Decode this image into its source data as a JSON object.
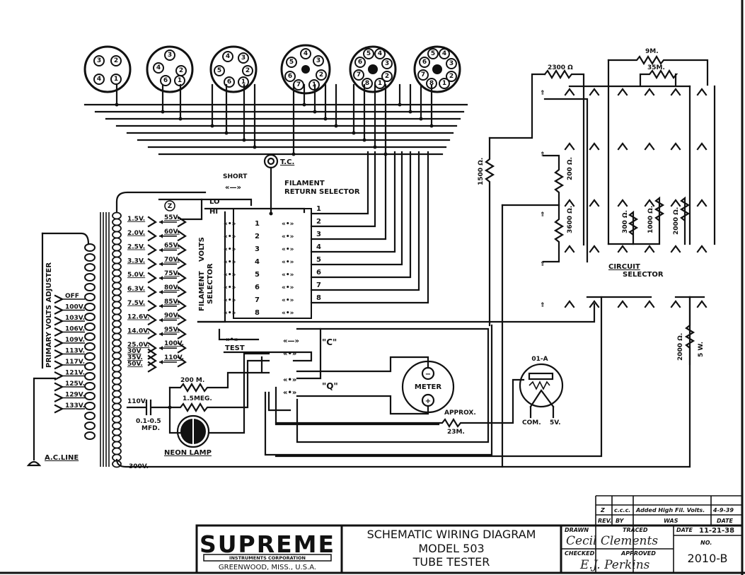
{
  "document": {
    "type": "schematic",
    "title_lines": [
      "SCHEMATIC WIRING DIAGRAM",
      "MODEL 503",
      "TUBE  TESTER"
    ]
  },
  "company": {
    "name": "SUPREME",
    "subtitle": "INSTRUMENTS CORPORATION",
    "location": "GREENWOOD, MISS., U.S.A."
  },
  "title_block": {
    "revision": {
      "rev": "Z",
      "by": "c.c.c.",
      "was": "Added High Fil. Volts.",
      "date": "4-9-39"
    },
    "revision_headers": {
      "rev": "REV.",
      "by": "BY",
      "was": "WAS",
      "date": "DATE"
    },
    "drawn_label": "DRAWN",
    "traced_label": "TRACED",
    "checked_label": "CHECKED",
    "approved_label": "APPROVED",
    "drawn_signature": "Cecil Clements",
    "approved_signature": "E.J. Perkins",
    "date_label": "DATE",
    "date_value": "11-21-38",
    "number_label": "NO.",
    "number_value": "2010-B"
  },
  "sockets": [
    {
      "pins": [
        "3",
        "2",
        "4",
        "1"
      ]
    },
    {
      "pins": [
        "3",
        "4",
        "2",
        "6",
        "1"
      ]
    },
    {
      "pins": [
        "4",
        "3",
        "5",
        "2",
        "6",
        "1"
      ]
    },
    {
      "pins": [
        "4",
        "5",
        "3",
        "6",
        "2",
        "7",
        "1"
      ]
    },
    {
      "pins": [
        "5",
        "4",
        "6",
        "3",
        "7",
        "2",
        "8",
        "1"
      ]
    },
    {
      "pins": [
        "5",
        "4",
        "6",
        "3",
        "7",
        "2",
        "8",
        "1"
      ]
    }
  ],
  "primary_adjuster": {
    "label": "PRIMARY VOLTS ADJUSTER",
    "taps": [
      "OFF",
      "100V.",
      "103V.",
      "106V.",
      "109V.",
      "113V.",
      "117V.",
      "121V.",
      "125V.",
      "129V.",
      "133V."
    ],
    "line_label": "A.C.LINE"
  },
  "secondary_taps_left": [
    "1.5V.",
    "2.0V.",
    "2.5V.",
    "3.3V.",
    "5.0V.",
    "6.3V.",
    "7.5V.",
    "12.6V.",
    "14.0V.",
    "25.0V.",
    "30V",
    "35V.",
    "50V."
  ],
  "secondary_taps_right": [
    "55V.",
    "60V.",
    "65V.",
    "70V.",
    "75V.",
    "80V.",
    "85V.",
    "90V.",
    "95V.",
    "100V.",
    "110V."
  ],
  "secondary_misc": {
    "tap_110": "110V.",
    "tap_300": "300V.",
    "z_marker": "Z"
  },
  "filament_selector": {
    "label_line1": "FILAMENT",
    "label_line2": "VOLTS",
    "label_line3": "SELECTOR",
    "lo": "LO",
    "hi": "HI"
  },
  "short_label": "SHORT",
  "tc_label": "T.C.",
  "filament_return": {
    "label_line1": "FILAMENT",
    "label_line2": "RETURN  SELECTOR",
    "positions": [
      "1",
      "2",
      "3",
      "4",
      "5",
      "6",
      "7",
      "8"
    ]
  },
  "switch_left_positions": [
    "1",
    "2",
    "3",
    "4",
    "5",
    "6",
    "7",
    "8"
  ],
  "test_label": "TEST",
  "c_label": "\"C\"",
  "q_label": "\"Q\"",
  "neon": {
    "label": "NEON LAMP",
    "r1": "200 M.",
    "r2": "1.5MEG.",
    "cap_line1": "0.1-0.5",
    "cap_line2": "MFD."
  },
  "meter": {
    "label": "METER",
    "minus": "−",
    "plus": "+"
  },
  "approx_resistor": {
    "line1": "APPROX.",
    "line2": "23M."
  },
  "tube_01a": {
    "label": "01-A",
    "com": "COM.",
    "v5": "5V."
  },
  "resistors": {
    "r1500": "1500 Ω.",
    "r2300": "2300 Ω",
    "r200": "200 Ω.",
    "r3600": "3600 Ω.",
    "r9m": "9M.",
    "r35m": "35M.",
    "r300": "300 Ω.",
    "r1000": "1000 Ω.",
    "r2000": "2000 Ω.",
    "r2000w": "2000 Ω.",
    "r5w": "5 W."
  },
  "circuit_selector": {
    "line1": "CIRCUIT",
    "line2": "SELECTOR"
  }
}
